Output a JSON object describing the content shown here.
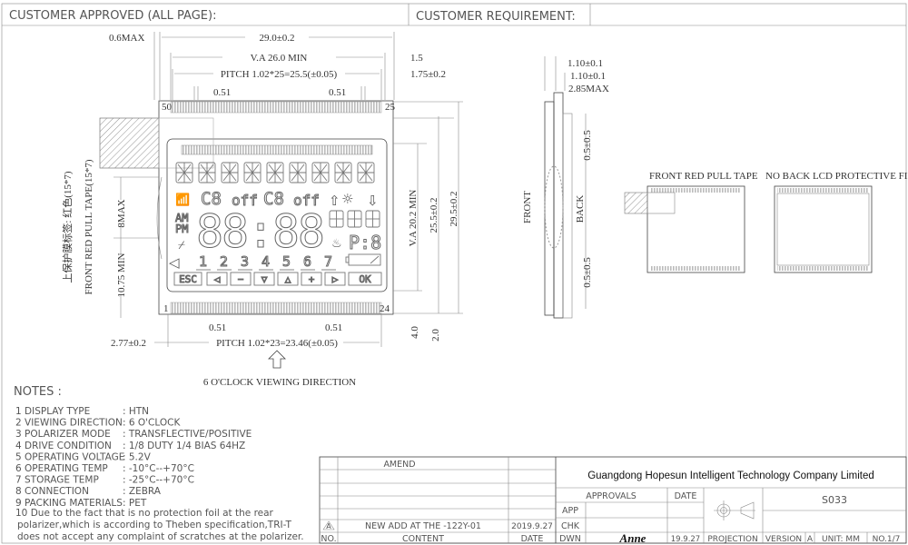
{
  "header": {
    "customer_approved": "CUSTOMER  APPROVED  (ALL  PAGE):",
    "customer_requirement": "CUSTOMER  REQUIREMENT:"
  },
  "front_view": {
    "dims": {
      "max_06": "0.6MAX",
      "width": "29.0±0.2",
      "va_width": "V.A 26.0  MIN",
      "pitch_top": "PITCH  1.02*25=25.5(±0.05)",
      "pin_w_left": "0.51",
      "pin_w_right": "0.51",
      "edge_15": "1.5",
      "edge_175": "1.75±0.2",
      "va_height": "V.A  20.2  MIN",
      "pitch_h": "25.5±0.2",
      "height": "29.5±0.2",
      "tape_8max": "8MAX",
      "tape_1075": "10.75  MIN",
      "bottom_pin_left": "0.51",
      "bottom_pin_right": "0.51",
      "pitch_bottom": "PITCH  1.02*23=23.46(±0.05)",
      "offset_277": "2.77±0.2",
      "dim_40": "4.0",
      "dim_20": "2.0"
    },
    "pin_labels": {
      "top_left": "50",
      "top_right": "25",
      "bottom_left": "1",
      "bottom_right": "24"
    },
    "tape_label_cn": "上保护膜标签: 红色(15*7)",
    "tape_label_en": "FRONT  RED  PULL  TAPE(15*7)",
    "viewing_direction": "6  O'CLOCK  VIEWING  DIRECTION"
  },
  "lcd": {
    "c8": "C8",
    "off": "off",
    "am": "AM",
    "pm": "PM",
    "clock": "88:88",
    "p8": "P:8",
    "day_numbers": [
      "1",
      "2",
      "3",
      "4",
      "5",
      "6",
      "7"
    ],
    "buttons": [
      "ESC",
      "◁",
      "−",
      "▽",
      "△",
      "+",
      "▷",
      "OK"
    ]
  },
  "side_view": {
    "t1": "1.10±0.1",
    "t2": "1.10±0.1",
    "total": "2.85MAX",
    "front": "FRONT",
    "back": "BACK",
    "top_gap": "0.5±0.5",
    "bottom_gap": "0.5±0.5"
  },
  "film_views": {
    "front_tape": "FRONT  RED  PULL  TAPE",
    "back_film": "NO  BACK  LCD  PROTECTIVE  FILM"
  },
  "notes": {
    "title": "NOTES :",
    "items": [
      {
        "label": "1  DISPLAY TYPE",
        "value": ": HTN"
      },
      {
        "label": "2  VIEWING DIRECTION",
        "value": ": 6   O'CLOCK"
      },
      {
        "label": "3  POLARIZER MODE",
        "value": ": TRANSFLECTIVE/POSITIVE"
      },
      {
        "label": "4  DRIVE CONDITION",
        "value": ": 1/8  DUTY  1/4 BIAS   64HZ"
      },
      {
        "label": "5  OPERATING VOLTAGE",
        "value": ": 5.2V"
      },
      {
        "label": "6  OPERATING TEMP",
        "value": ":  -10°C--+70°C"
      },
      {
        "label": "7  STORAGE TEMP",
        "value": ":  -25°C--+70°C"
      },
      {
        "label": "8  CONNECTION",
        "value": ": ZEBRA"
      },
      {
        "label": "9  PACKING MATERIALS",
        "value": ": PET"
      }
    ],
    "note10": [
      "10 Due to the fact that is no protection foil at the rear",
      "polarizer,which is according to Theben specification,TRI-T",
      "does not accept any complaint of scratches at the polarizer."
    ]
  },
  "title_block": {
    "amend": "AMEND",
    "rev_mark": "A",
    "rev_content": "NEW  ADD  AT  THE  -122Y-01",
    "rev_date": "2019.9.27",
    "col_no": "NO.",
    "col_content": "CONTENT",
    "col_date": "DATE",
    "company": "Guangdong Hopesun Intelligent Technology Company Limited",
    "approvals": "APPROVALS",
    "date": "DATE",
    "app": "APP",
    "chk": "CHK",
    "dwn": "DWN",
    "drawn_by": "Anne",
    "drawn_date": "19.9.27",
    "part_no": "S033",
    "projection": "PROJECTION",
    "version_label": "VERSION",
    "version": "A",
    "unit": "UNIT: MM",
    "page": "NO.1/7"
  }
}
